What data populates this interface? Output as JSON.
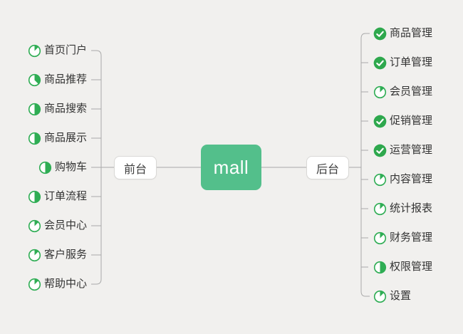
{
  "canvas": {
    "background": "#f1f0ee",
    "line_color": "#a9a9a9"
  },
  "root": {
    "label": "mall",
    "bg_color": "#53bf8b",
    "text_color": "#ffffff"
  },
  "icons": {
    "done_color": "#2ea84d",
    "pie_color": "#2fad54",
    "done_icon_name": "progress-done-check-icon",
    "pie_icon_name": "progress-pie-icon"
  },
  "branches": {
    "left": {
      "label": "前台",
      "items": [
        {
          "label": "首页门户",
          "progress": "eighth"
        },
        {
          "label": "商品推荐",
          "progress": "three-eighths"
        },
        {
          "label": "商品搜索",
          "progress": "half"
        },
        {
          "label": "商品展示",
          "progress": "half"
        },
        {
          "label": "购物车",
          "progress": "half"
        },
        {
          "label": "订单流程",
          "progress": "half"
        },
        {
          "label": "会员中心",
          "progress": "eighth"
        },
        {
          "label": "客户服务",
          "progress": "eighth"
        },
        {
          "label": "帮助中心",
          "progress": "eighth"
        }
      ]
    },
    "right": {
      "label": "后台",
      "items": [
        {
          "label": "商品管理",
          "progress": "done"
        },
        {
          "label": "订单管理",
          "progress": "done"
        },
        {
          "label": "会员管理",
          "progress": "eighth"
        },
        {
          "label": "促销管理",
          "progress": "done"
        },
        {
          "label": "运营管理",
          "progress": "done"
        },
        {
          "label": "内容管理",
          "progress": "eighth"
        },
        {
          "label": "统计报表",
          "progress": "eighth"
        },
        {
          "label": "财务管理",
          "progress": "eighth"
        },
        {
          "label": "权限管理",
          "progress": "half"
        },
        {
          "label": "设置",
          "progress": "eighth"
        }
      ]
    }
  }
}
